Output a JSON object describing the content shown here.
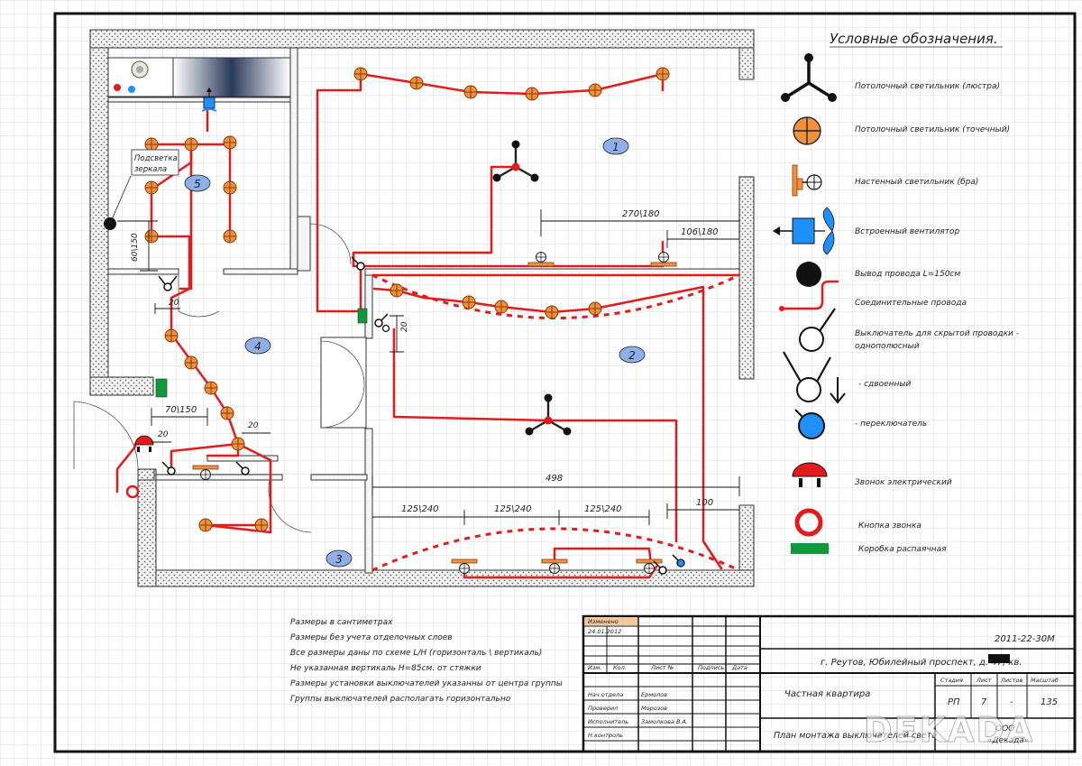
{
  "legend": {
    "title": "Условные обозначения.",
    "items": [
      {
        "label": "Потолочный светильник (люстра)",
        "icon": "chandelier-icon"
      },
      {
        "label": "Потолочный светильник (точечный)",
        "icon": "spot-light-icon"
      },
      {
        "label": "Настенный светильник (бра)",
        "icon": "wall-light-icon"
      },
      {
        "label": "Встроенный вентилятор",
        "icon": "fan-icon"
      },
      {
        "label": "Вывод провода L=150см",
        "icon": "wire-outlet-icon"
      },
      {
        "label": "Соединительные провода",
        "icon": "wire-icon"
      },
      {
        "label": "Выключатель для скрытой проводки -",
        "label2": "однополюсный",
        "icon": "single-switch-icon"
      },
      {
        "label": "- сдвоенный",
        "icon": "double-switch-icon"
      },
      {
        "label": "- переключатель",
        "icon": "toggle-switch-icon"
      },
      {
        "label": "Звонок электрический",
        "icon": "bell-icon"
      },
      {
        "label": "Кнопка звонка",
        "icon": "bell-button-icon"
      },
      {
        "label": "Коробка распаячная",
        "icon": "junction-box-icon"
      }
    ]
  },
  "plan": {
    "rooms": [
      "1",
      "2",
      "3",
      "4",
      "5"
    ],
    "mirror_note": [
      "Подсветка",
      "зеркала"
    ],
    "dims": {
      "d_270_180": "270\\180",
      "d_106_180": "106\\180",
      "d_498": "498",
      "d_125_240_a": "125\\240",
      "d_125_240_b": "125\\240",
      "d_125_240_c": "125\\240",
      "d_100": "100",
      "d_70_150": "70\\150",
      "d_60_150": "60\\150",
      "d_20_a": "20",
      "d_20_b": "20",
      "d_20_c": "20",
      "d_20_d": "20"
    }
  },
  "notes": [
    "Размеры в сантиметрах",
    "Размеры без учета отделочных слоев",
    "Все размеры даны по схеме L/H (горизонталь \\ вертикаль)",
    "Не указанная вертикаль H=85см. от стяжки",
    "Размеры установки выключателей указанны от центра группы",
    "Группы выключателей располагать горизонтально"
  ],
  "title_block": {
    "changed_label": "Изменено",
    "changed_date": "24.01.2012",
    "code": "2011-22-30М",
    "address": "г. Реутов, Юбилейный проспект, д. 47, кв.",
    "hdr_izm": "Изм.",
    "hdr_kol": "Кол.",
    "hdr_list": "Лист №",
    "hdr_podpis": "Подпись",
    "hdr_data": "Дата",
    "rows": [
      {
        "role": "Нач.отдела",
        "name": "Ермолов"
      },
      {
        "role": "Проверил",
        "name": "Морозов"
      },
      {
        "role": "Исполнитель",
        "name": "Замолкова В.А."
      },
      {
        "role": "Н.контроль",
        "name": ""
      }
    ],
    "object_name": "Частная квартира",
    "sheet_title": "План монтажа выключателей света",
    "col_stadia": "Стадия",
    "col_list": "Лист",
    "col_listov": "Листов",
    "col_masshtab": "Масштаб",
    "val_stadia": "РП",
    "val_list": "7",
    "val_listov": "-",
    "val_masshtab": "135",
    "org_line1": "ООО",
    "org_line2": "«Декада»",
    "watermark": "DEKADA"
  },
  "colors": {
    "wire": "#e51a1a",
    "spot": "#ef9140",
    "blue": "#1e90ff",
    "room_label": "#8fb0e6",
    "green": "#0e9a3c",
    "grid": "#d0d0d0"
  }
}
